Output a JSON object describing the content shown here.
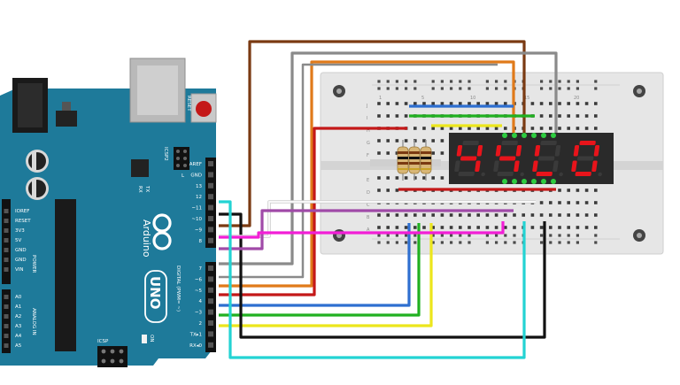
{
  "arduino": {
    "brand": "Arduino",
    "model": "UNO",
    "reset_label": "RESET",
    "icsp2_label": "ICSP2",
    "icsp_label": "ICSP",
    "led_labels": [
      "L",
      "TX",
      "RX",
      "ON"
    ],
    "digital_label": "DIGITAL (PWM= ~)",
    "power_label": "POWER",
    "analog_label": "ANALOG IN",
    "power_pins": [
      "IOREF",
      "RESET",
      "3V3",
      "5V",
      "GND",
      "GND",
      "VIN"
    ],
    "analog_pins": [
      "A0",
      "A1",
      "A2",
      "A3",
      "A4",
      "A5"
    ],
    "header_top_pins": [
      "AREF",
      "GND",
      "13",
      "12",
      "~11",
      "~10",
      "~9",
      "8"
    ],
    "header_bottom_pins": [
      "7",
      "~6",
      "~5",
      "4",
      "~3",
      "2",
      "TX▸1",
      "RX◂0"
    ],
    "txrx_label": "TX RX"
  },
  "breadboard": {
    "row_letters_top": [
      "J",
      "I",
      "H",
      "G",
      "F"
    ],
    "row_letters_bottom": [
      "E",
      "D",
      "C",
      "B",
      "A"
    ],
    "column_numbers": [
      "1",
      "5",
      "10",
      "15",
      "20"
    ]
  },
  "display": {
    "digits": [
      "4",
      "4",
      "L",
      "0"
    ],
    "segment_color": "#e8141b",
    "body_color": "#2a2a2a"
  },
  "colors": {
    "board": "#1e7a9a",
    "breadboard": "#e6e6e6",
    "wire_brown": "#7a3a12",
    "wire_orange": "#e07a1a",
    "wire_gray": "#8a8a8a",
    "wire_red": "#c41818",
    "wire_blue": "#2e6fd0",
    "wire_green": "#21b021",
    "wire_yellow": "#ece61c",
    "wire_black": "#111111",
    "wire_white": "#f2f2f2",
    "wire_purple": "#a04aa8",
    "wire_magenta": "#f21ed6",
    "wire_cyan": "#23d3d3"
  }
}
